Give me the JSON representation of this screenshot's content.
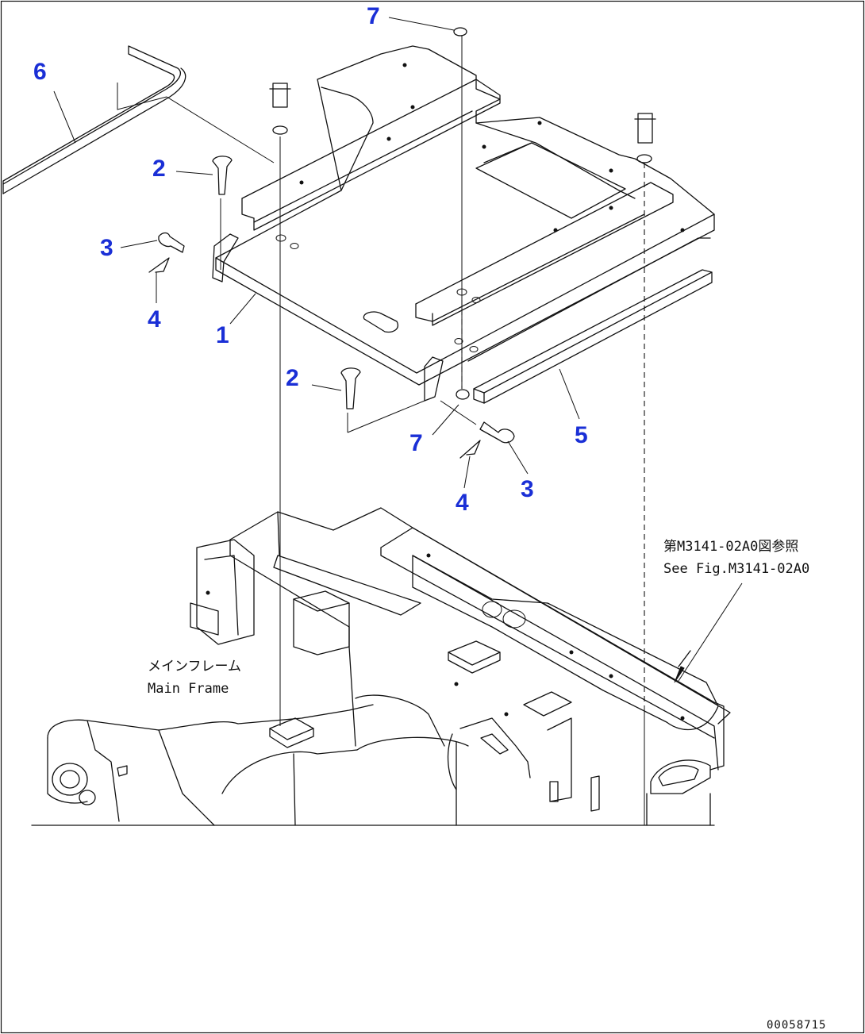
{
  "callouts": [
    {
      "id": "c7a",
      "text": "7"
    },
    {
      "id": "c6",
      "text": "6"
    },
    {
      "id": "c2a",
      "text": "2"
    },
    {
      "id": "c3a",
      "text": "3"
    },
    {
      "id": "c4a",
      "text": "4"
    },
    {
      "id": "c1",
      "text": "1"
    },
    {
      "id": "c2b",
      "text": "2"
    },
    {
      "id": "c7b",
      "text": "7"
    },
    {
      "id": "c5",
      "text": "5"
    },
    {
      "id": "c3b",
      "text": "3"
    },
    {
      "id": "c4b",
      "text": "4"
    }
  ],
  "reference_note": {
    "line1": "第M3141-02A0図参照",
    "line2": "See Fig.M3141-02A0"
  },
  "main_frame_label": {
    "line1": "メインフレーム",
    "line2": "Main Frame"
  },
  "drawing_number": "00058715",
  "colors": {
    "callout": "#1a2fd6",
    "line": "#111111",
    "background": "#ffffff"
  }
}
